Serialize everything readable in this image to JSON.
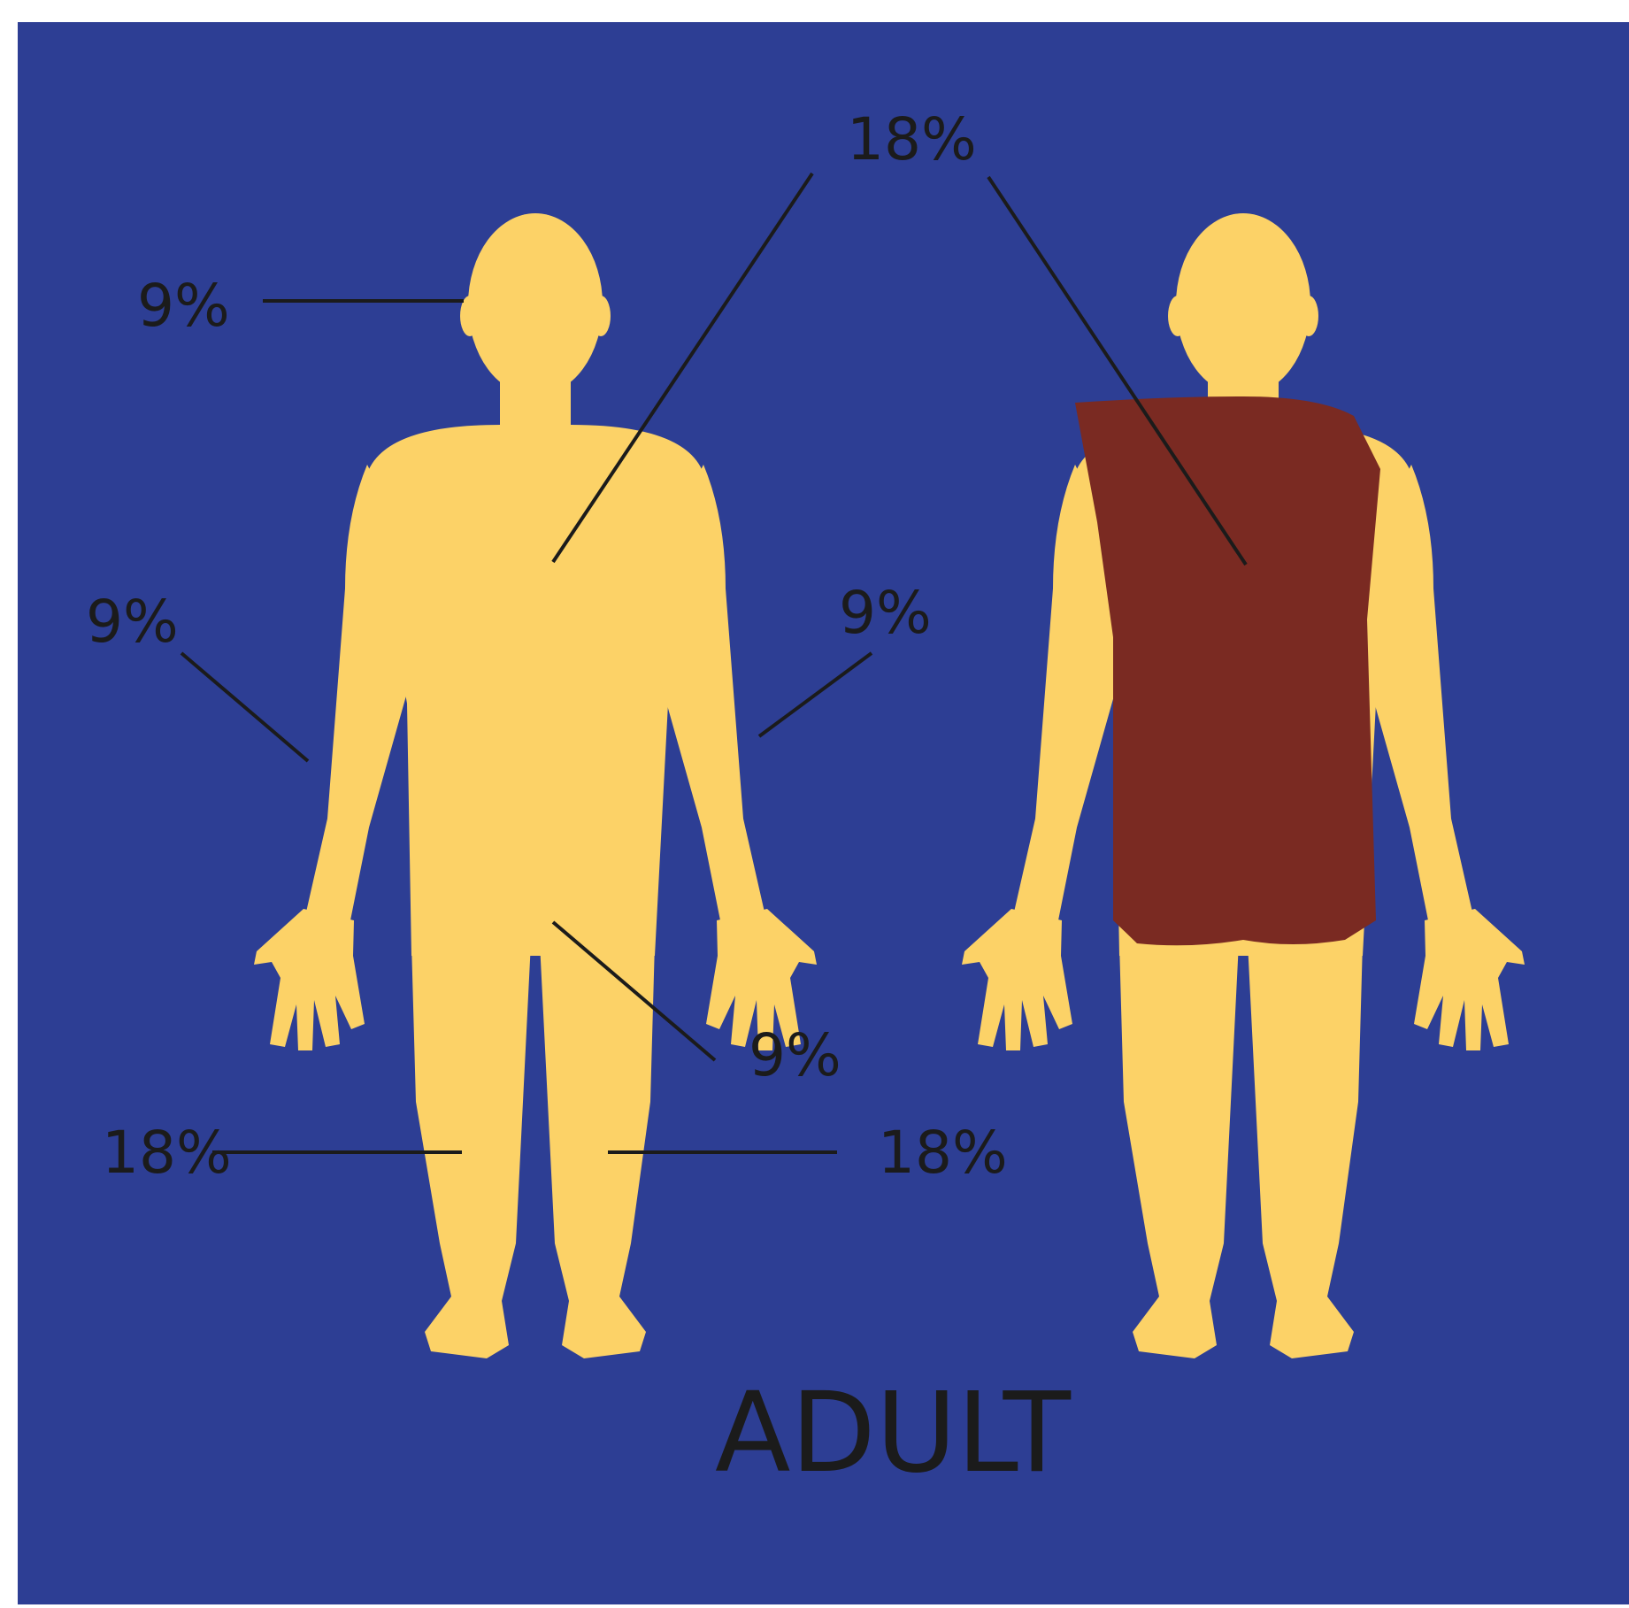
{
  "title": "ADULT",
  "colors": {
    "background": "#2d3e94",
    "skin": "#fcd267",
    "shirt": "#7a2a22",
    "text": "#1b1b1b",
    "line": "#1b1b1b"
  },
  "labels": {
    "trunk_front_back": "18%",
    "head": "9%",
    "arm_right": "9%",
    "arm_left": "9%",
    "perineum": "9%",
    "leg_right": "18%",
    "leg_left": "18%"
  }
}
